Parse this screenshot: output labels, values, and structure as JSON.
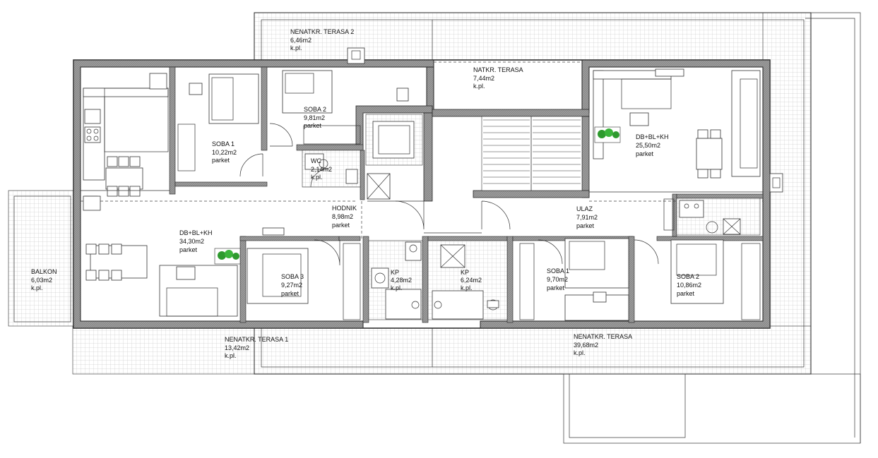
{
  "rooms": {
    "terasa2": {
      "name": "NENATKR. TERASA 2",
      "area": "6,46m2",
      "floor": "k.pl."
    },
    "natkrTerasa": {
      "name": "NATKR. TERASA",
      "area": "7,44m2",
      "floor": "k.pl."
    },
    "soba1a": {
      "name": "SOBA 1",
      "area": "10,22m2",
      "floor": "parket"
    },
    "soba2a": {
      "name": "SOBA 2",
      "area": "9,81m2",
      "floor": "parket"
    },
    "wc": {
      "name": "WC",
      "area": "2,14m2",
      "floor": "k.pl."
    },
    "dbBlKhA": {
      "name": "DB+BL+KH",
      "area": "34,30m2",
      "floor": "parket"
    },
    "hodnik": {
      "name": "HODNIK",
      "area": "8,98m2",
      "floor": "parket"
    },
    "soba3": {
      "name": "SOBA 3",
      "area": "9,27m2",
      "floor": "parket"
    },
    "kp1": {
      "name": "KP",
      "area": "4,28m2",
      "floor": "k.pl."
    },
    "kp2": {
      "name": "KP",
      "area": "6,24m2",
      "floor": "k.pl."
    },
    "balkon": {
      "name": "BALKON",
      "area": "6,03m2",
      "floor": "k.pl."
    },
    "dbBlKhB": {
      "name": "DB+BL+KH",
      "area": "25,50m2",
      "floor": "parket"
    },
    "ulaz": {
      "name": "ULAZ",
      "area": "7,91m2",
      "floor": "parket"
    },
    "soba1b": {
      "name": "SOBA 1",
      "area": "9,70m2",
      "floor": "parket"
    },
    "soba2b": {
      "name": "SOBA 2",
      "area": "10,86m2",
      "floor": "parket"
    },
    "terasa1": {
      "name": "NENATKR. TERASA 1",
      "area": "13,42m2",
      "floor": "k.pl."
    },
    "terasa": {
      "name": "NENATKR. TERASA",
      "area": "39,68m2",
      "floor": "k.pl."
    }
  },
  "colors": {
    "wall": "#8a8a8a",
    "tile": "#bdbdbd",
    "plant": "#2e9a2e",
    "line": "#222222"
  }
}
